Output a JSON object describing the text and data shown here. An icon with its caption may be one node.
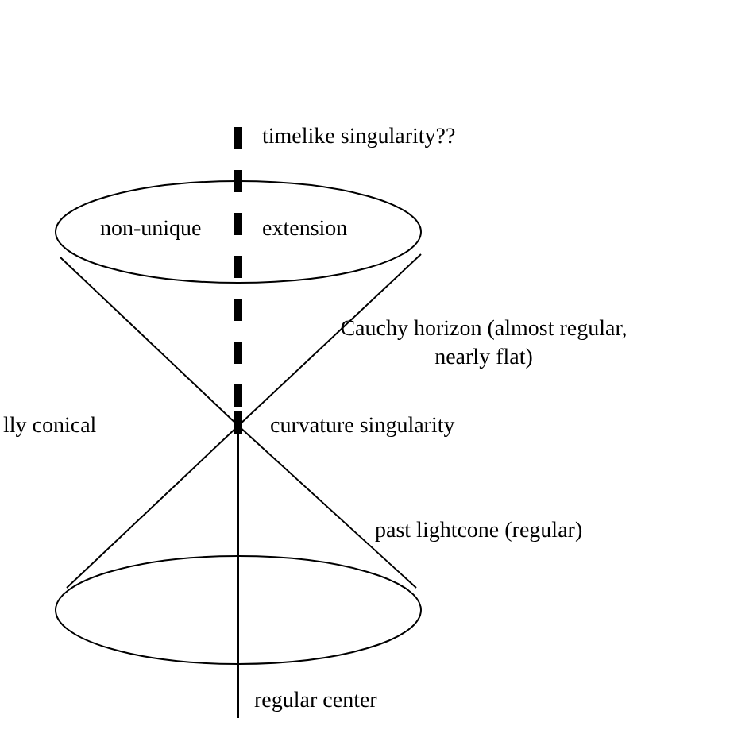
{
  "diagram": {
    "labels": [
      "timelike singularity??",
      "non-unique",
      "extension",
      "Cauchy horizon (almost regular, nearly flat)",
      "lly conical",
      "curvature singularity",
      "past lightcone (regular)",
      "regular center"
    ]
  }
}
